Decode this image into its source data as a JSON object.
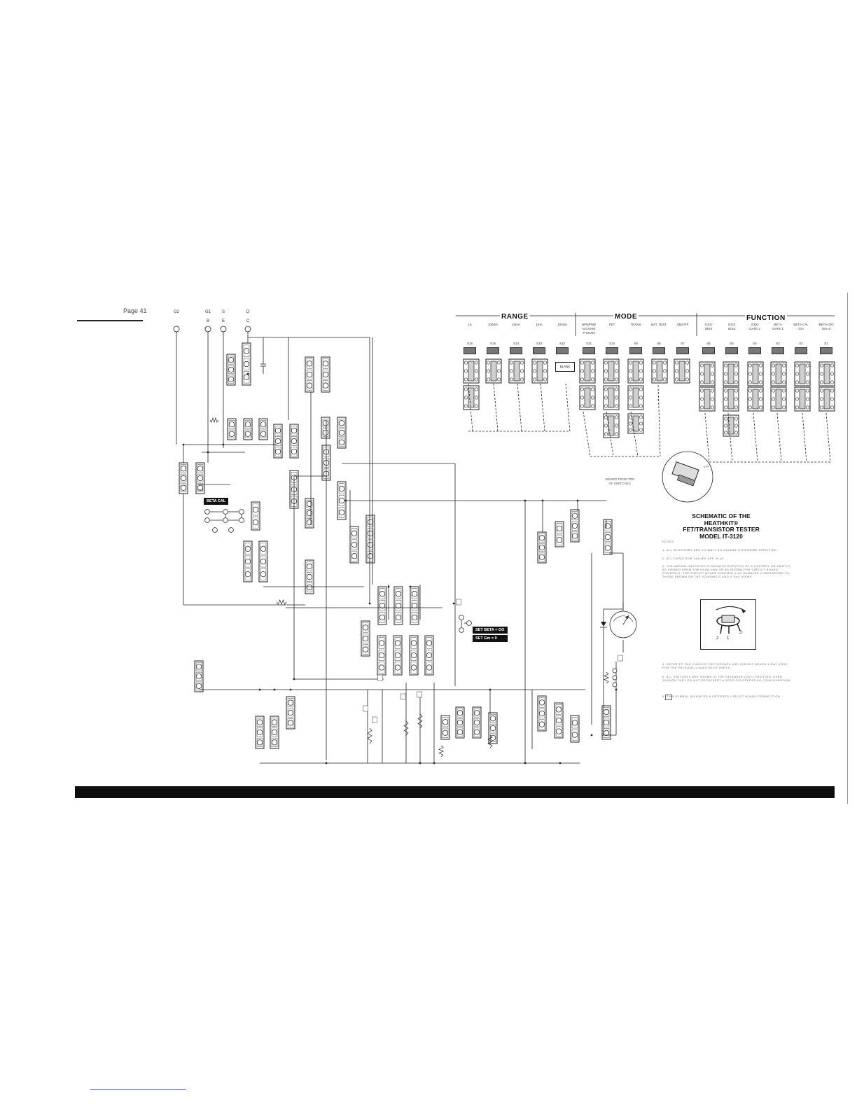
{
  "page": {
    "label": "Page 41"
  },
  "probe_terminals": {
    "top_row": [
      "G2",
      "G1",
      "S",
      "D"
    ],
    "second_row": [
      "B",
      "E",
      "C"
    ]
  },
  "switch_panel": {
    "groups": [
      {
        "title": "RANGE",
        "switches": [
          {
            "label": "1A",
            "id": "S16"
          },
          {
            "label": "100mA",
            "id": "S15"
          },
          {
            "label": "10mA",
            "id": "S14"
          },
          {
            "label": "1mA",
            "id": "S13"
          },
          {
            "label": "100UA",
            "id": "S12"
          }
        ]
      },
      {
        "title": "MODE",
        "switches": [
          {
            "label": "NPN/PNP\nN CHAN/\nP CHAN",
            "id": "S11"
          },
          {
            "label": "FET",
            "id": "S10"
          },
          {
            "label": "TRANS",
            "id": "S9"
          },
          {
            "label": "BAT. TEST",
            "id": "S8"
          },
          {
            "label": "ON/OFF",
            "id": "S7"
          }
        ]
      },
      {
        "title": "FUNCTION",
        "switches": [
          {
            "label": "ICEO\nIDSS",
            "id": "S6"
          },
          {
            "label": "ICES\nIGSS",
            "id": "S5"
          },
          {
            "label": "ICBO\nGATE 2",
            "id": "S4"
          },
          {
            "label": "BETA\nGATE 1",
            "id": "S3"
          },
          {
            "label": "BETA CAL\nGm",
            "id": "S2"
          },
          {
            "label": "BETA+OO\nGm=0",
            "id": "S1"
          }
        ]
      }
    ],
    "blank_label": "BLANK",
    "viewed_from_top": "VIEWED FROM TOP\nOF SWITCHES",
    "top_label": "TOP"
  },
  "schematic_labels": {
    "beta_cal": "BETA CAL",
    "set_beta": "SET BETA = OO",
    "set_gm": "SET Gm = 0"
  },
  "title_block": {
    "line1": "SCHEMATIC OF THE",
    "line2": "HEATHKIT®",
    "line3": "FET/TRANSISTOR TESTER",
    "line4": "MODEL IT-3120"
  },
  "notes": {
    "heading": "NOTES:",
    "items": [
      "1.  ALL RESISTORS ARE 1/2 WATT 5% UNLESS OTHERWISE SPECIFIED.",
      "2.  ALL CAPACITOR VALUES ARE IN µF.",
      "3.  THE ARROW INDICATES CLOCKWISE ROTATION OF A CONTROL OR SWITCH, AS VIEWED FROM THE KNOB END OR AS SHOWN FOR CIRCUIT BOARD CONTROLS. THE CIRCUIT BOARD CONTROL LUG NUMBERS CORRESPOND TO THOSE SHOWN ON THE SCHEMATIC AND X-RAY VIEWS.",
      "4.  REFER TO THE CHASSIS PHOTOGRAPH AND CIRCUIT BOARD X-RAY VIEW FOR THE PHYSICAL LOCATION OF PARTS.",
      "5.  ALL SWITCHES ARE SHOWN IN THE RELEASED (OUT) POSITION, EVEN THOUGH THEY DO NOT REPRESENT A SPECIFIC OPERATING CONFIGURATION.",
      "6.  THIS SYMBOL INDICATES A LETTERED CIRCUIT BOARD CONNECTION."
    ],
    "control_lugs": [
      "2",
      "1",
      "3"
    ]
  }
}
